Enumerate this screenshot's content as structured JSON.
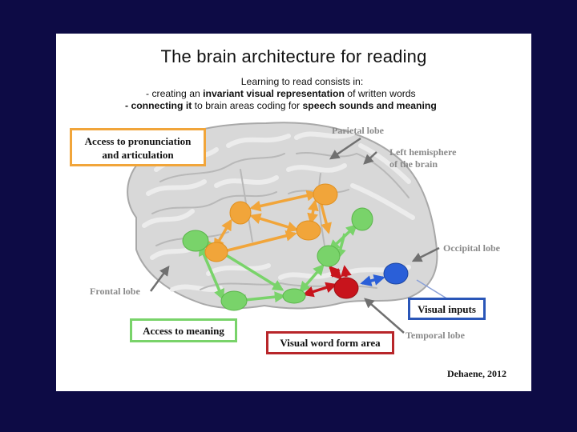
{
  "title": "The brain architecture for reading",
  "subtitle": {
    "line1": "Learning to read consists in:",
    "line2_pre": "- creating an ",
    "line2_bold": "invariant visual representation",
    "line2_post": " of  written words",
    "line3_bold1": "- connecting it",
    "line3_mid": " to brain areas coding for ",
    "line3_bold2": "speech sounds and meaning"
  },
  "boxes": {
    "pronunciation_line1": "Access to pronunciation",
    "pronunciation_line2": "and articulation",
    "meaning": "Access to meaning",
    "vwfa": "Visual word form area",
    "visual_inputs": "Visual inputs"
  },
  "labels": {
    "parietal": "Parietal lobe",
    "left_hemisphere_line1": "Left hemisphere",
    "left_hemisphere_line2": "of the brain",
    "occipital": "Occipital lobe",
    "frontal": "Frontal lobe",
    "temporal": "Temporal lobe"
  },
  "citation": "Dehaene, 2012",
  "colors": {
    "background": "#0d0b45",
    "orange": "#f1a53a",
    "green": "#79d36a",
    "red": "#c8141c",
    "blue": "#2a5fd8"
  }
}
